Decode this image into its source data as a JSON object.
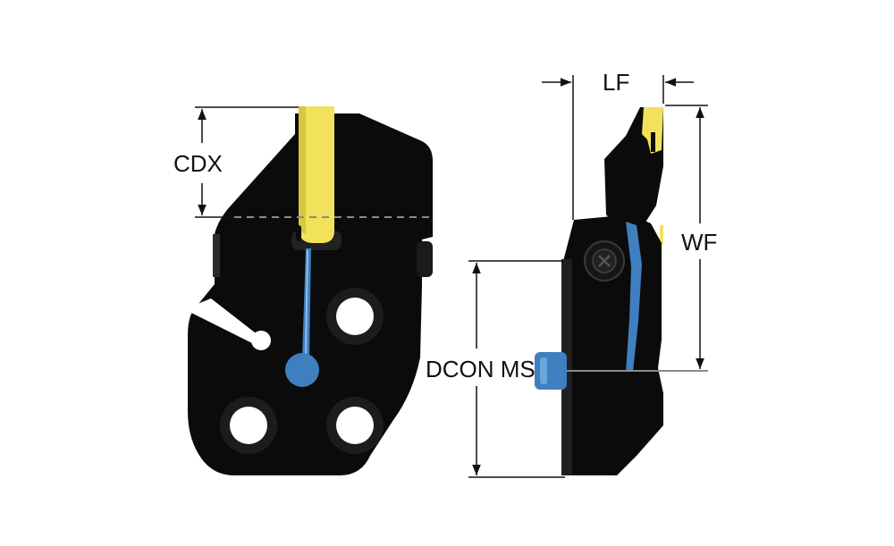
{
  "labels": {
    "cdx": "CDX",
    "lf": "LF",
    "wf": "WF",
    "dcon_ms": "DCON MS"
  },
  "colors": {
    "body": "#0b0b0b",
    "insert": "#f2e15a",
    "coolant": "#3f7fbf",
    "coolant_light": "#6aa6dc",
    "dimension": "#111111",
    "guide": "#8a8a8a",
    "hole": "#ffffff"
  },
  "icons": [
    "screw-icon",
    "coolant-connector-icon"
  ]
}
